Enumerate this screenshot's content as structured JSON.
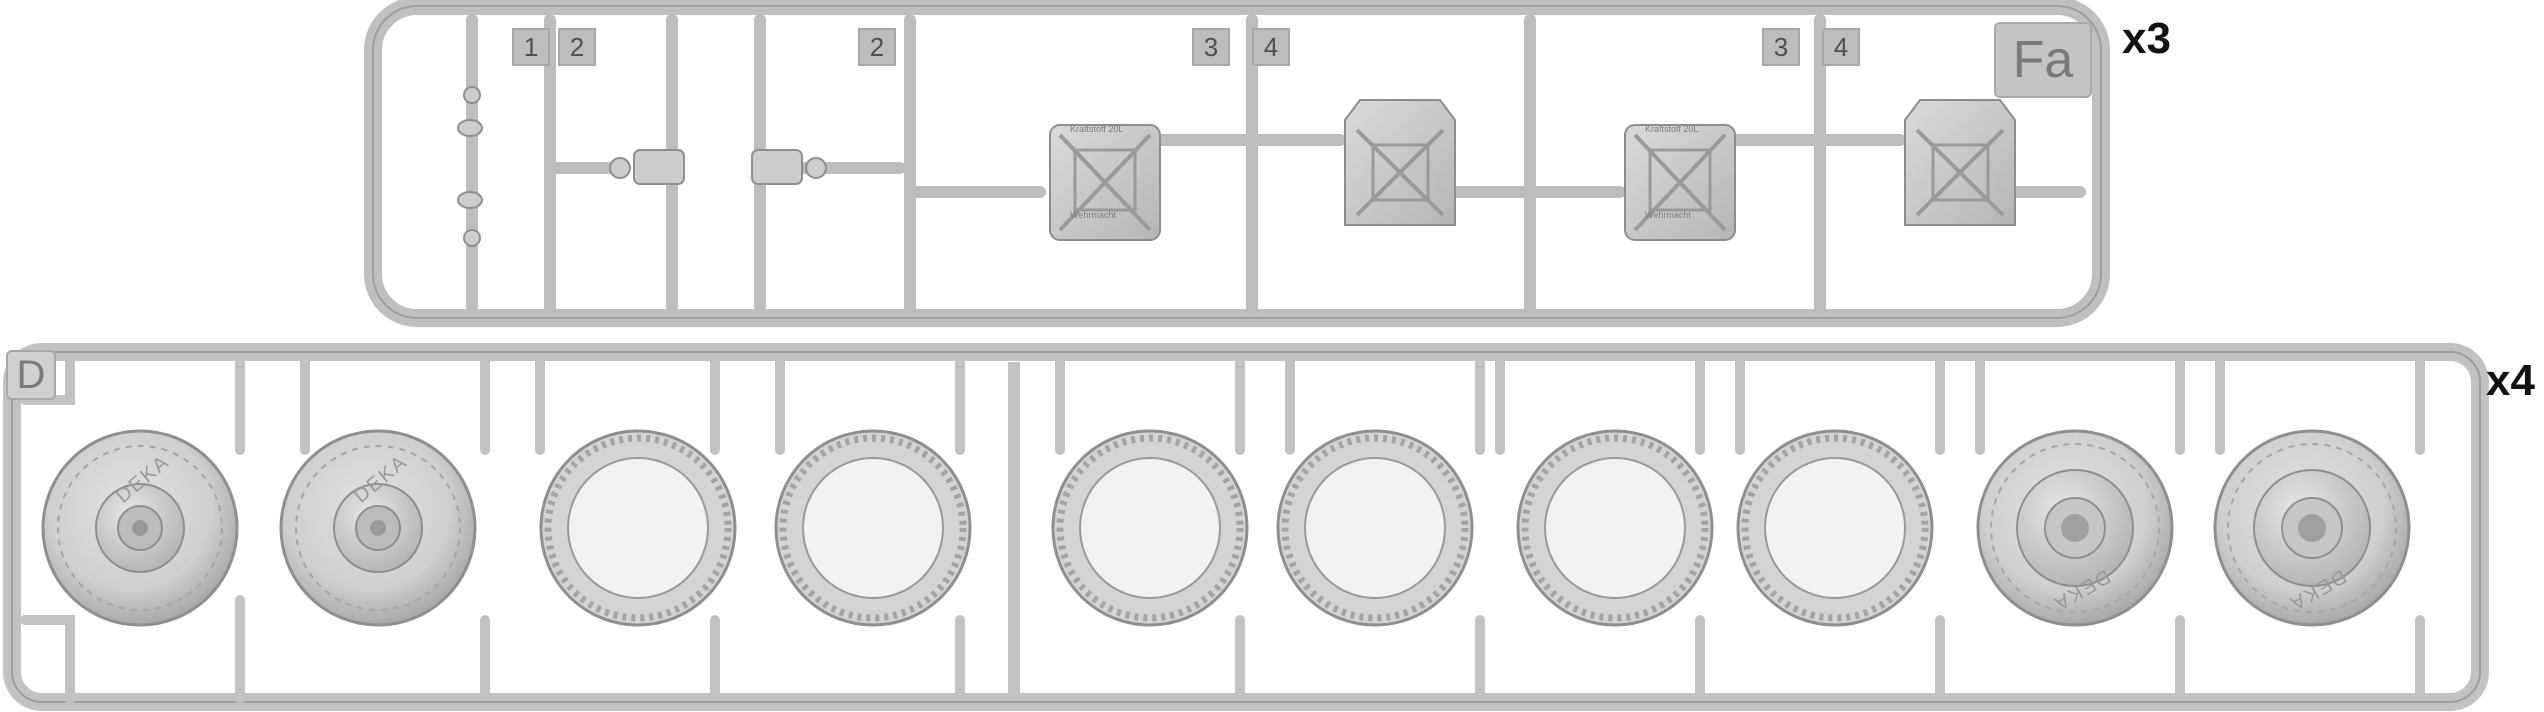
{
  "sprue_fa": {
    "code": "Fa",
    "quantity": "x3",
    "part_numbers": [
      "1",
      "2",
      "2",
      "3",
      "4",
      "3",
      "4"
    ],
    "jerrycan_text": {
      "top": "Kraftstoff 20L",
      "bottom": "Wehrmacht"
    }
  },
  "sprue_d": {
    "code": "D",
    "quantity": "x4",
    "tire_brand": "DEKA"
  },
  "colors": {
    "plastic": "#c9c9c9",
    "plastic_shadow": "#a6a6a6",
    "background": "#ffffff"
  }
}
